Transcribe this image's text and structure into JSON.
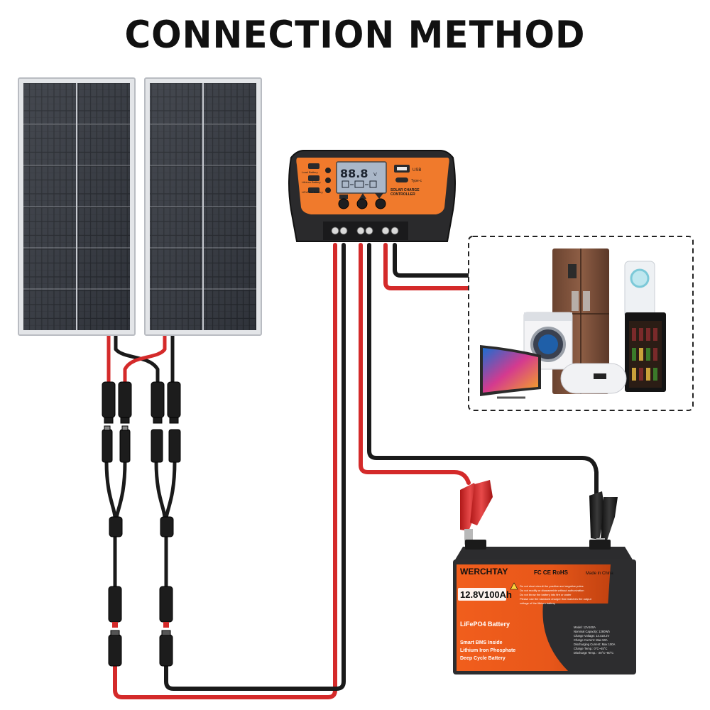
{
  "title": "CONNECTION METHOD",
  "controller": {
    "display_value": "88.8",
    "display_unit": "V",
    "label_load": "Load Battery",
    "label_lithium": "Lithium Battery",
    "label_lifepo4": "LiFePO4 Battery",
    "usb_label": "USB",
    "typec_label": "Type-c",
    "product_label_line1": "SOLAR CHARGE",
    "product_label_line2": "CONTROLLER"
  },
  "battery": {
    "brand": "WERCHTAY",
    "capacity": "12.8V100Ah",
    "chemistry": "LiFePO4 Battery",
    "features": [
      "Smart BMS Inside",
      "Lithium Iron Phosphate",
      "Deep Cycle Battery"
    ],
    "certifications": "FC CE RoHS",
    "origin": "Made in China",
    "warnings": [
      "Do not short-circuit the positive and negative poles",
      "Do not modify or disassemble without authorization",
      "Do not throw the battery into fire or water",
      "Please use the standard charger that matches the output",
      "voltage of the lithium battery"
    ],
    "specs": [
      "Model: 12V100A",
      "Nominal Capacity: 1280Wh",
      "Charge Voltage: 14.4±0.2V",
      "Charge Current: Max 50A",
      "Discharging Current: Max 100A",
      "Charge Temp.: 0°C~45°C",
      "Discharge Temp.: -20°C~60°C"
    ]
  },
  "colors": {
    "wire_red": "#d42a2a",
    "wire_black": "#1a1a1a",
    "controller_orange": "#f07a2c",
    "battery_orange": "#e95a1c"
  }
}
